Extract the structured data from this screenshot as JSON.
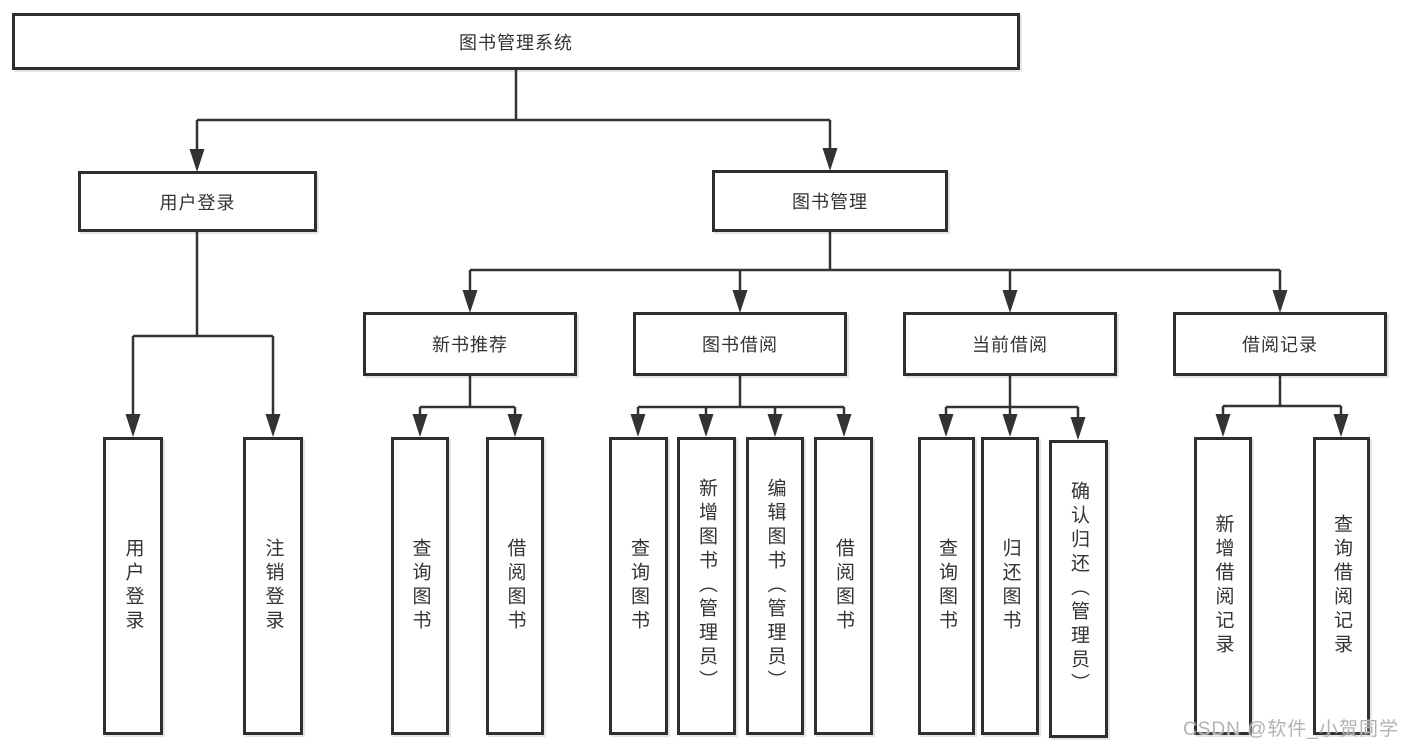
{
  "diagram": {
    "type": "hierarchy-tree",
    "watermark": "CSDN @软件_小贺同学",
    "colors": {
      "line": "#333333",
      "box_border": "#2e2e2e",
      "text": "#333333",
      "watermark_text": "#b2b2b2",
      "background": "#ffffff"
    },
    "tree": {
      "label": "图书管理系统",
      "children": [
        {
          "label": "用户登录",
          "children": [
            {
              "label": "用户登录"
            },
            {
              "label": "注销登录"
            }
          ]
        },
        {
          "label": "图书管理",
          "children": [
            {
              "label": "新书推荐",
              "children": [
                {
                  "label": "查询图书"
                },
                {
                  "label": "借阅图书"
                }
              ]
            },
            {
              "label": "图书借阅",
              "children": [
                {
                  "label": "查询图书"
                },
                {
                  "label": "新增图书（管理员）"
                },
                {
                  "label": "编辑图书（管理员）"
                },
                {
                  "label": "借阅图书"
                }
              ]
            },
            {
              "label": "当前借阅",
              "children": [
                {
                  "label": "查询图书"
                },
                {
                  "label": "归还图书"
                },
                {
                  "label": "确认归还（管理员）"
                }
              ]
            },
            {
              "label": "借阅记录",
              "children": [
                {
                  "label": "新增借阅记录"
                },
                {
                  "label": "查询借阅记录"
                }
              ]
            }
          ]
        }
      ]
    }
  }
}
